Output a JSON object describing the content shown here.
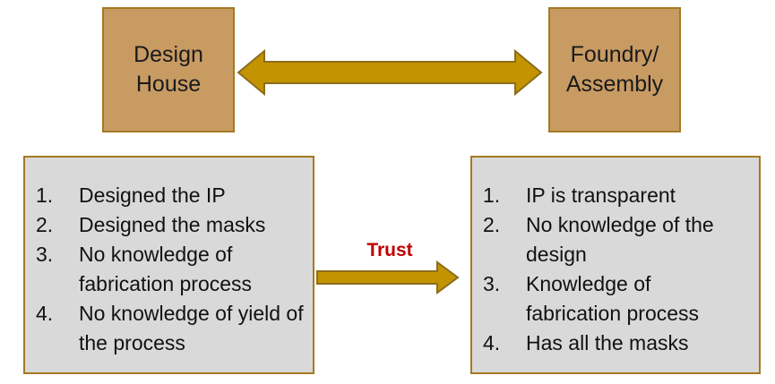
{
  "nodes": {
    "design_house": {
      "label": "Design\nHouse"
    },
    "foundry": {
      "label": "Foundry/\nAssembly"
    }
  },
  "edges": {
    "trust_label": "Trust"
  },
  "design_house_list": [
    {
      "num": "1.",
      "text": "Designed the IP"
    },
    {
      "num": "2.",
      "text": "Designed the masks"
    },
    {
      "num": "3.",
      "text": "No knowledge of fabrication process"
    },
    {
      "num": "4.",
      "text": "No knowledge of yield of the process"
    }
  ],
  "foundry_list": [
    {
      "num": "1.",
      "text": "IP is transparent"
    },
    {
      "num": "2.",
      "text": "No knowledge of the design"
    },
    {
      "num": "3.",
      "text": "Knowledge of fabrication process"
    },
    {
      "num": "4.",
      "text": "Has all the masks"
    }
  ],
  "colors": {
    "box_fill": "#c89b63",
    "arrow_fill": "#c49400",
    "arrow_stroke": "#8a6d1d",
    "trust_text": "#c00000",
    "list_fill": "#d9d9d9"
  }
}
